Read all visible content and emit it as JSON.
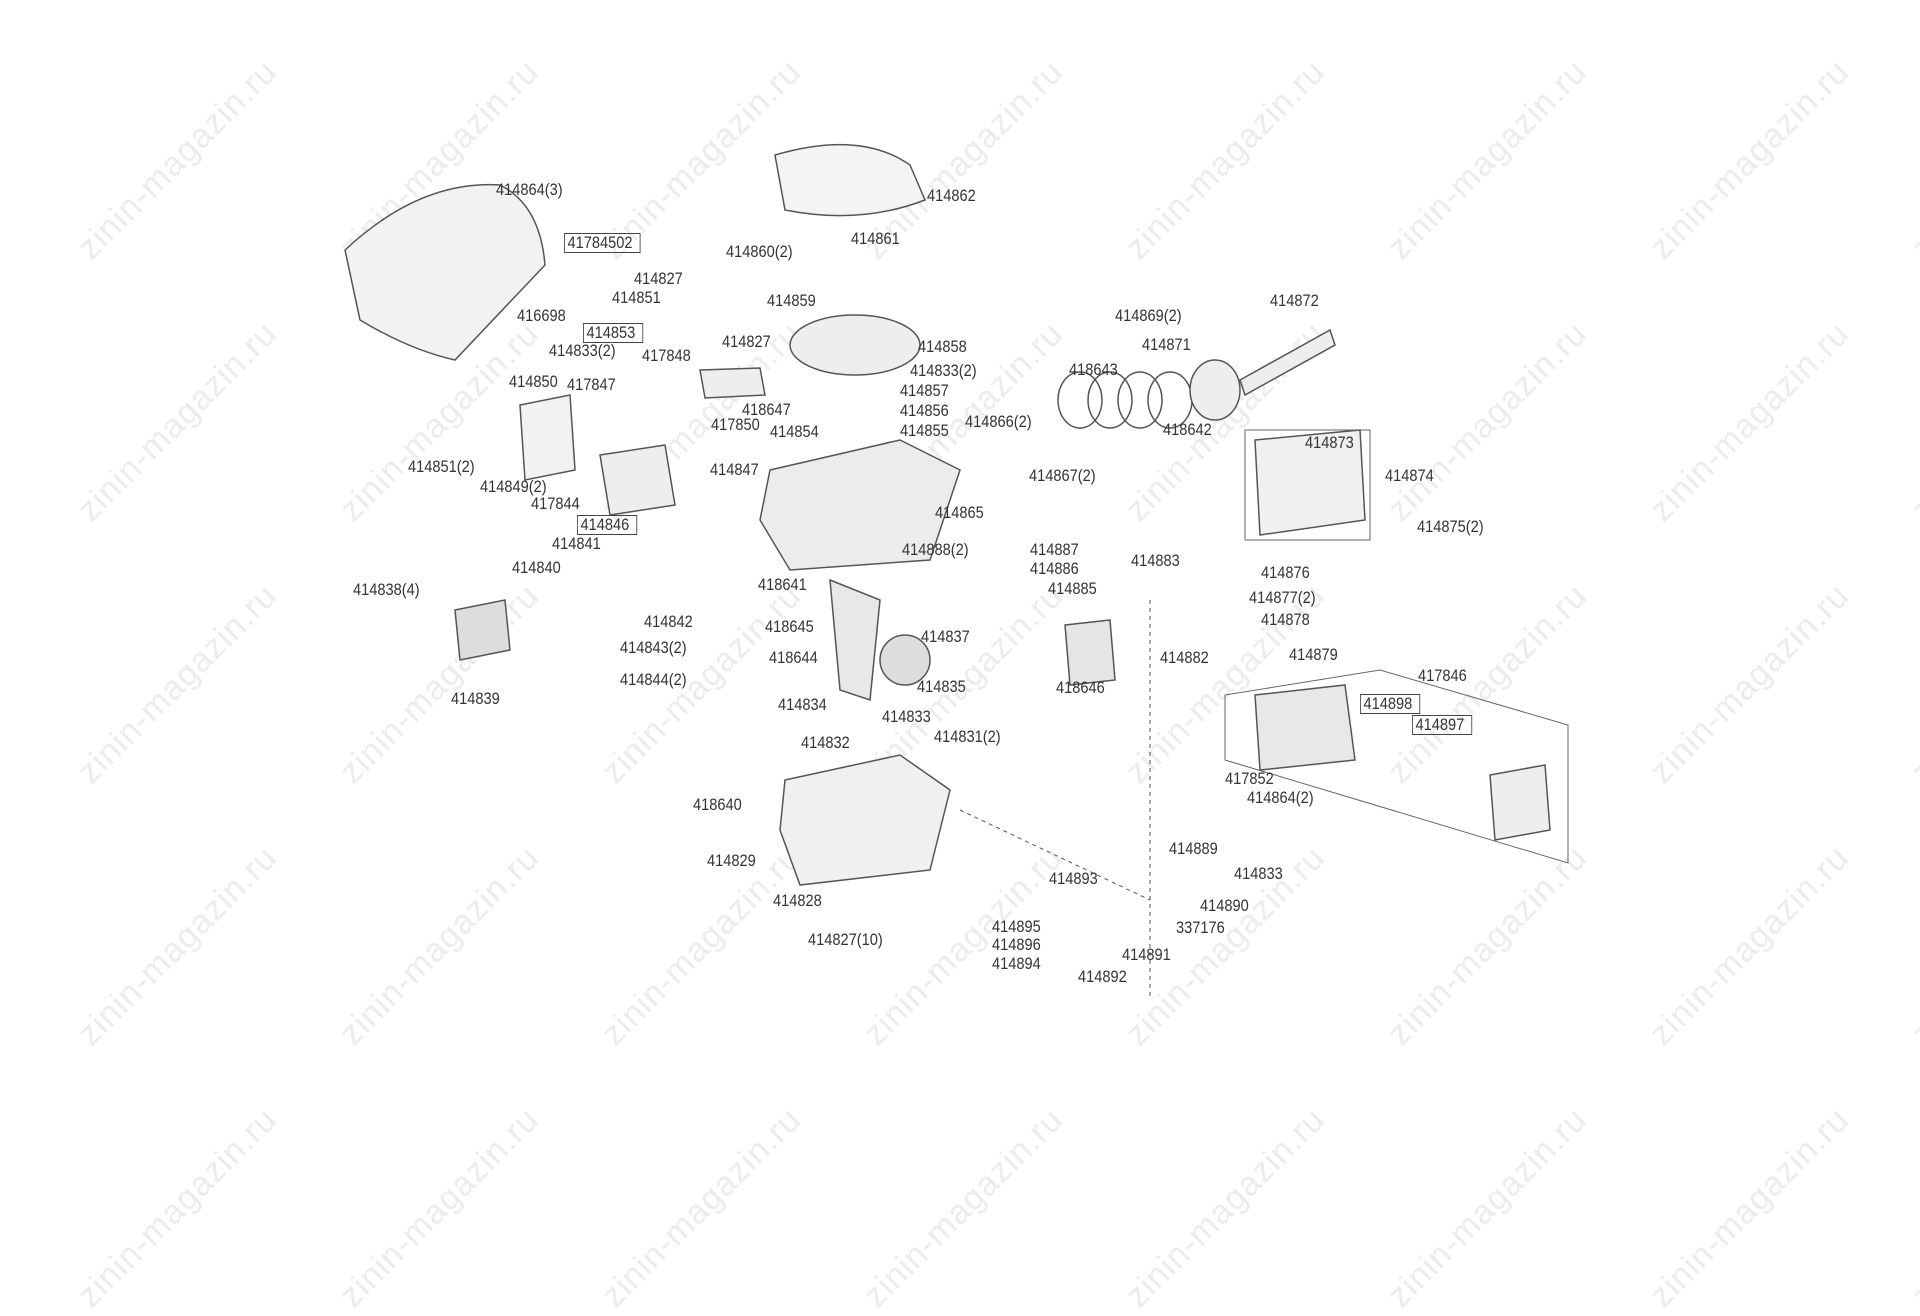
{
  "watermark": "zinin-magazin.ru",
  "labels": {
    "l1": "414864(3)",
    "l2": "41784502",
    "l3": "414862",
    "l4": "414861",
    "l5": "414860(2)",
    "l6": "414827",
    "l7": "414851",
    "l8": "414859",
    "l9": "416698",
    "l10": "414853",
    "l11": "414833(2)",
    "l12": "417848",
    "l13": "414827",
    "l14": "414858",
    "l15": "414833(2)",
    "l16": "414857",
    "l17": "414856",
    "l18": "414855",
    "l19": "414854",
    "l20": "418647",
    "l21": "417850",
    "l22": "414850",
    "l23": "417847",
    "l24": "414851(2)",
    "l25": "414849(2)",
    "l26": "414847",
    "l27": "417844",
    "l28": "414846",
    "l29": "414841",
    "l30": "414840",
    "l31": "414838(4)",
    "l32": "414842",
    "l33": "414843(2)",
    "l34": "414844(2)",
    "l35": "414839",
    "l36": "418641",
    "l37": "418645",
    "l38": "418644",
    "l39": "414834",
    "l40": "414833",
    "l41": "414832",
    "l42": "414831(2)",
    "l43": "418640",
    "l44": "414829",
    "l45": "414828",
    "l46": "414827(10)",
    "l47": "414837",
    "l48": "414835",
    "l49": "414888(2)",
    "l50": "414887",
    "l51": "414886",
    "l52": "414885",
    "l53": "414883",
    "l54": "418646",
    "l55": "414882",
    "l56": "414876",
    "l57": "414877(2)",
    "l58": "414878",
    "l59": "414879",
    "l60": "417846",
    "l61": "414898",
    "l62": "414897",
    "l63": "417852",
    "l64": "414864(2)",
    "l65": "414866(2)",
    "l66": "414867(2)",
    "l67": "414865",
    "l68": "418643",
    "l69": "418642",
    "l70": "414869(2)",
    "l71": "414871",
    "l72": "414872",
    "l73": "414873",
    "l74": "414874",
    "l75": "414875(2)",
    "l76": "414889",
    "l77": "414833",
    "l78": "414890",
    "l79": "337176",
    "l80": "414891",
    "l81": "414892",
    "l82": "414893",
    "l83": "414895",
    "l84": "414896",
    "l85": "414894"
  },
  "colors": {
    "line": "#444444",
    "watermark": "#ececec"
  }
}
